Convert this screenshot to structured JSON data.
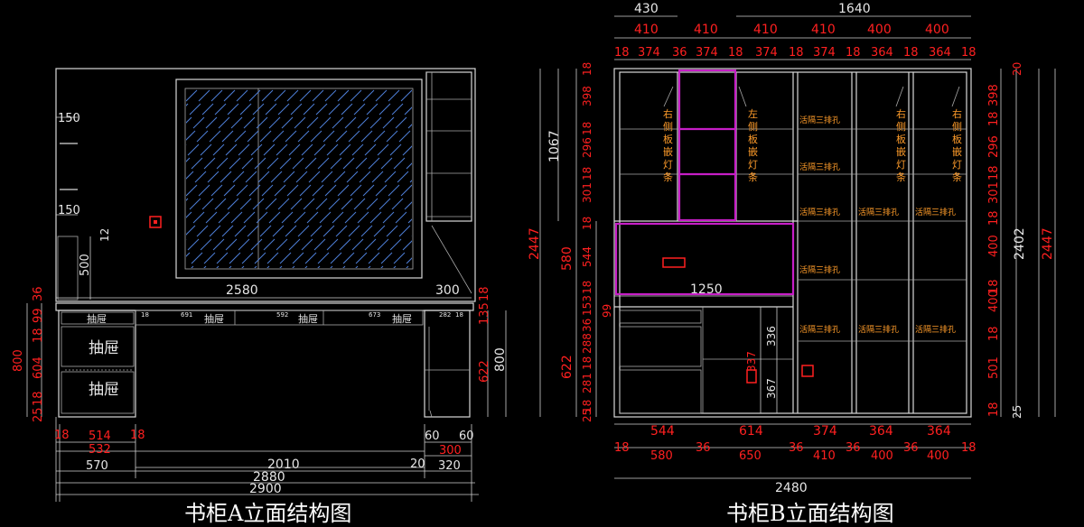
{
  "captions": {
    "a": "书柜A立面结构图",
    "b": "书柜B立面结构图"
  },
  "cabinet_a": {
    "dims_white": [
      "150",
      "150",
      "12",
      "500",
      "2580",
      "300",
      "800",
      "2010",
      "2880",
      "2900",
      "60",
      "60",
      "570",
      "20",
      "320"
    ],
    "dims_red": [
      "36",
      "99",
      "18",
      "604",
      "800",
      "18",
      "25",
      "18",
      "514",
      "18",
      "532",
      "135",
      "18",
      "622",
      "300"
    ],
    "drawer_labels": [
      "抽屉",
      "抽屉",
      "抽屉",
      "抽屉",
      "抽屉",
      "抽屉"
    ],
    "small_dims": [
      "18",
      "691",
      "592",
      "673",
      "282",
      "18"
    ]
  },
  "cabinet_b": {
    "top_white": [
      "430",
      "1640"
    ],
    "top_red": [
      "410",
      "410",
      "410",
      "410",
      "400",
      "400"
    ],
    "second_red": [
      "18",
      "374",
      "36",
      "374",
      "18",
      "374",
      "18",
      "374",
      "18",
      "364",
      "18",
      "364",
      "18"
    ],
    "left_white": [
      "1067",
      "2447"
    ],
    "left_red": [
      "18",
      "398",
      "18",
      "296",
      "18",
      "301",
      "18",
      "544",
      "18",
      "153",
      "36",
      "288",
      "18",
      "281",
      "18",
      "25"
    ],
    "left_red2": [
      "580",
      "622",
      "99"
    ],
    "right_red": [
      "398",
      "18",
      "296",
      "18",
      "301",
      "18",
      "400",
      "18",
      "400",
      "18",
      "501",
      "18"
    ],
    "right_white": [
      "20",
      "2402",
      "25",
      "2447"
    ],
    "vertical_notes": [
      "右侧板嵌灯条",
      "左侧板嵌灯条",
      "右侧板嵌灯条",
      "右侧板嵌灯条"
    ],
    "shelf_note": "活隔三排孔",
    "inner_dims": [
      "1250",
      "336",
      "367",
      "337",
      "18",
      "18"
    ],
    "bottom_red1": [
      "544",
      "614",
      "374",
      "364",
      "364"
    ],
    "bottom_red2": [
      "18",
      "580",
      "36",
      "650",
      "36",
      "410",
      "36",
      "400",
      "36",
      "400",
      "18"
    ],
    "bottom_white": [
      "2480"
    ]
  }
}
